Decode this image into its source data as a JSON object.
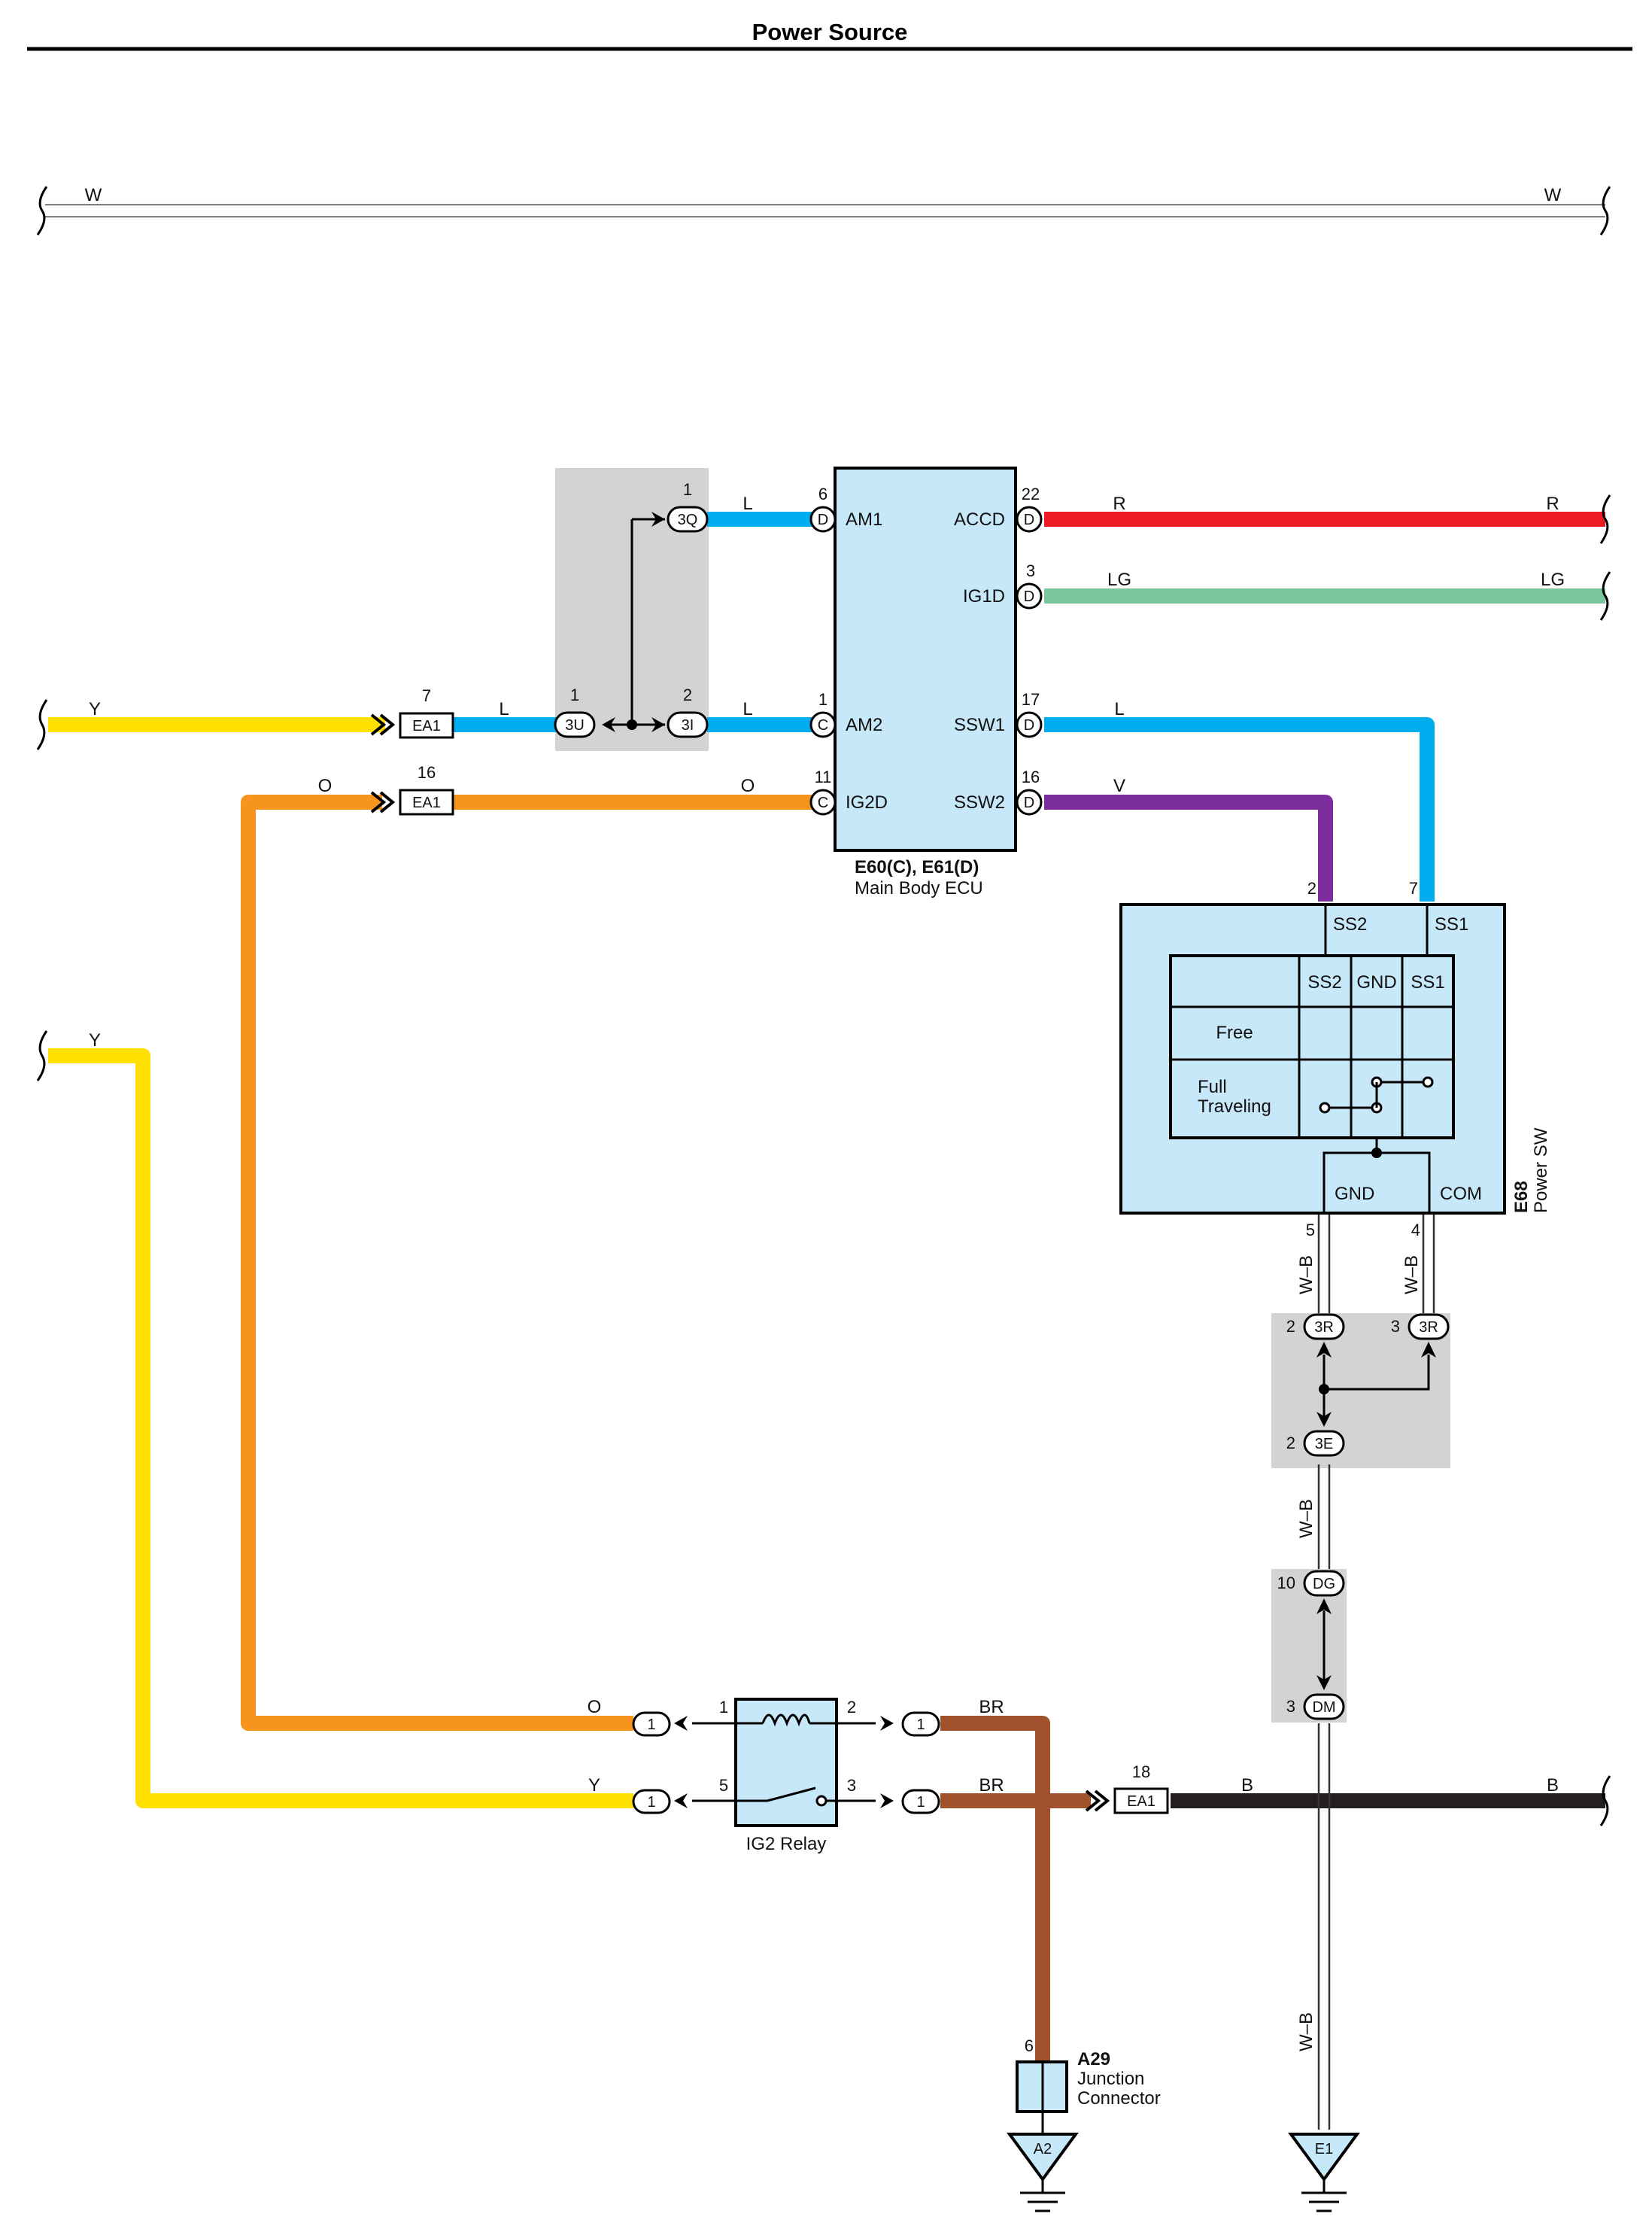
{
  "title": "Power Source",
  "colors": {
    "W": "#ffffff",
    "Y": "#ffe000",
    "L": "#00aeef",
    "O": "#f7941d",
    "R": "#ed1c24",
    "LG": "#79c69e",
    "V": "#7b2d9e",
    "BR": "#a0522d",
    "B": "#231f20",
    "component_fill": "#c6e8f8",
    "shade": "#d1d3d4"
  },
  "wires": {
    "w_left": "W",
    "w_right": "W",
    "y_top": "Y",
    "y_left": "Y",
    "l_ea1": "L",
    "l_am2": "L",
    "l_am1": "L",
    "l_ssw1": "L",
    "o_left": "O",
    "o_ig2d": "O",
    "o_relay": "O",
    "r_left": "R",
    "r_right": "R",
    "lg_left": "LG",
    "lg_right": "LG",
    "v_ssw2": "V",
    "br_1": "BR",
    "br_2": "BR",
    "b_left": "B",
    "b_right": "B",
    "wb_5": "W–B",
    "wb_4": "W–B",
    "wb_3e": "W–B",
    "wb_e1": "W–B",
    "y_relay": "Y"
  },
  "ecu": {
    "code": "E60(C), E61(D)",
    "name": "Main Body ECU",
    "terminals": {
      "am1": "AM1",
      "am2": "AM2",
      "ig2d": "IG2D",
      "accd": "ACCD",
      "ig1d": "IG1D",
      "ssw1": "SSW1",
      "ssw2": "SSW2"
    },
    "pins": {
      "am1": "6",
      "am2": "1",
      "ig2d": "11",
      "accd": "22",
      "ig1d": "3",
      "ssw1": "17",
      "ssw2": "16"
    },
    "conn_letters": {
      "am1": "D",
      "am2": "C",
      "ig2d": "C",
      "accd": "D",
      "ig1d": "D",
      "ssw1": "D",
      "ssw2": "D"
    }
  },
  "power_sw": {
    "code": "E68",
    "name": "Power SW",
    "terminals": {
      "ss2": "SS2",
      "ss1": "SS1",
      "gnd": "GND",
      "com": "COM"
    },
    "pins": {
      "ss2": "2",
      "ss1": "7",
      "gnd": "5",
      "com": "4"
    },
    "table": {
      "headers": [
        "SS2",
        "GND",
        "SS1"
      ],
      "rows": [
        "Free",
        "Full Traveling"
      ],
      "row2_line1": "Full",
      "row2_line2": "Traveling"
    }
  },
  "connectors": {
    "ea1_y": {
      "label": "EA1",
      "pin": "7"
    },
    "ea1_o": {
      "label": "EA1",
      "pin": "16"
    },
    "ea1_b": {
      "label": "EA1",
      "pin": "18"
    },
    "c3q": {
      "label": "3Q",
      "pin": "1"
    },
    "c3u": {
      "label": "3U",
      "pin": "1"
    },
    "c3i": {
      "label": "3I",
      "pin": "2"
    },
    "c3r_a": {
      "label": "3R",
      "pin": "2"
    },
    "c3r_b": {
      "label": "3R",
      "pin": "3"
    },
    "c3e": {
      "label": "3E",
      "pin": "2"
    },
    "cdg": {
      "label": "DG",
      "pin": "10"
    },
    "cdm": {
      "label": "DM",
      "pin": "3"
    },
    "relay_o": {
      "label": "1"
    },
    "relay_y": {
      "label": "1"
    },
    "relay_br1": {
      "label": "1"
    },
    "relay_br2": {
      "label": "1"
    }
  },
  "relay": {
    "name": "IG2 Relay",
    "pins": {
      "p1": "1",
      "p2": "2",
      "p5": "5",
      "p3": "3"
    }
  },
  "junction": {
    "code": "A29",
    "line1": "Junction",
    "line2": "Connector",
    "pin": "6"
  },
  "grounds": {
    "a2": "A2",
    "e1": "E1"
  }
}
